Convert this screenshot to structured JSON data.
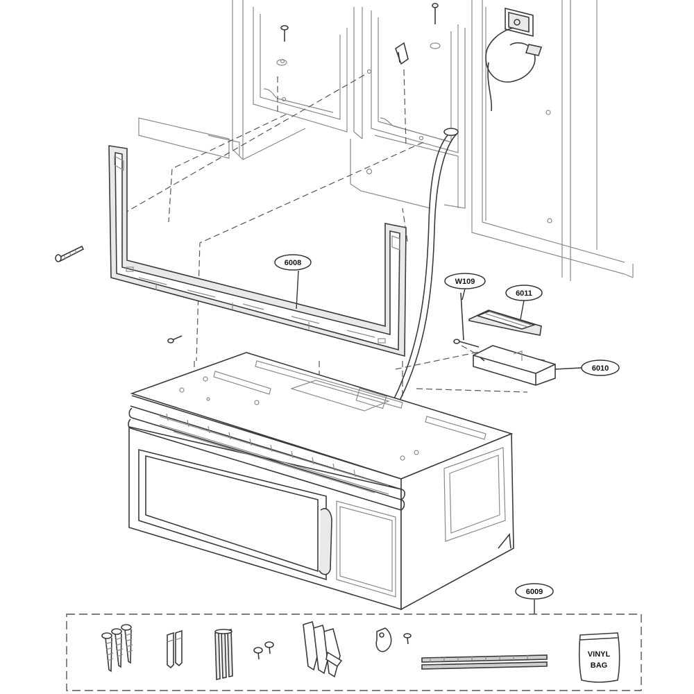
{
  "diagram": {
    "callouts": {
      "frame": "6008",
      "hardware_kit": "6009",
      "duct_adapter": "6010",
      "damper": "6011",
      "screw": "W109"
    },
    "vinyl_bag": {
      "line1": "VINYL",
      "line2": "BAG"
    },
    "colors": {
      "ink": "#3a3a3a",
      "cabinet_line": "#8a8a8a",
      "background": "#ffffff"
    }
  }
}
